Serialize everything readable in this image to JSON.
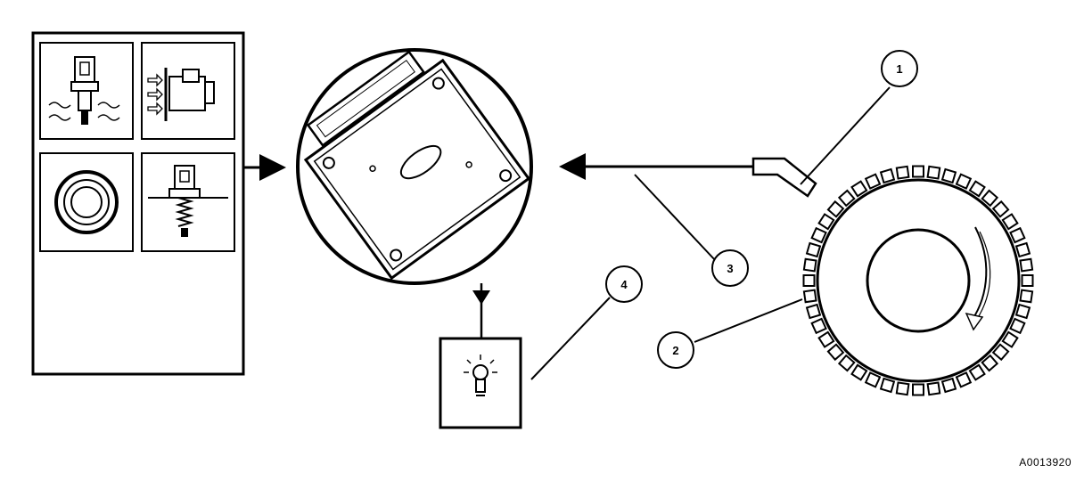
{
  "diagram": {
    "callouts": [
      {
        "id": "callout-1",
        "label": "1"
      },
      {
        "id": "callout-2",
        "label": "2"
      },
      {
        "id": "callout-3",
        "label": "3"
      },
      {
        "id": "callout-4",
        "label": "4"
      }
    ],
    "figure_id": "A0013920",
    "icons": {
      "panel": [
        "water-level-sensor-icon",
        "rear-connector-sensor-icon",
        "ring-gauge-icon",
        "spring-switch-icon"
      ],
      "module": "control-module-icon",
      "lamp": "warning-lamp-icon",
      "tone_wheel": "tone-wheel-icon",
      "pickup": "speed-sensor-pickup-icon"
    },
    "colors": {
      "ink": "#000000",
      "background": "#ffffff"
    }
  }
}
